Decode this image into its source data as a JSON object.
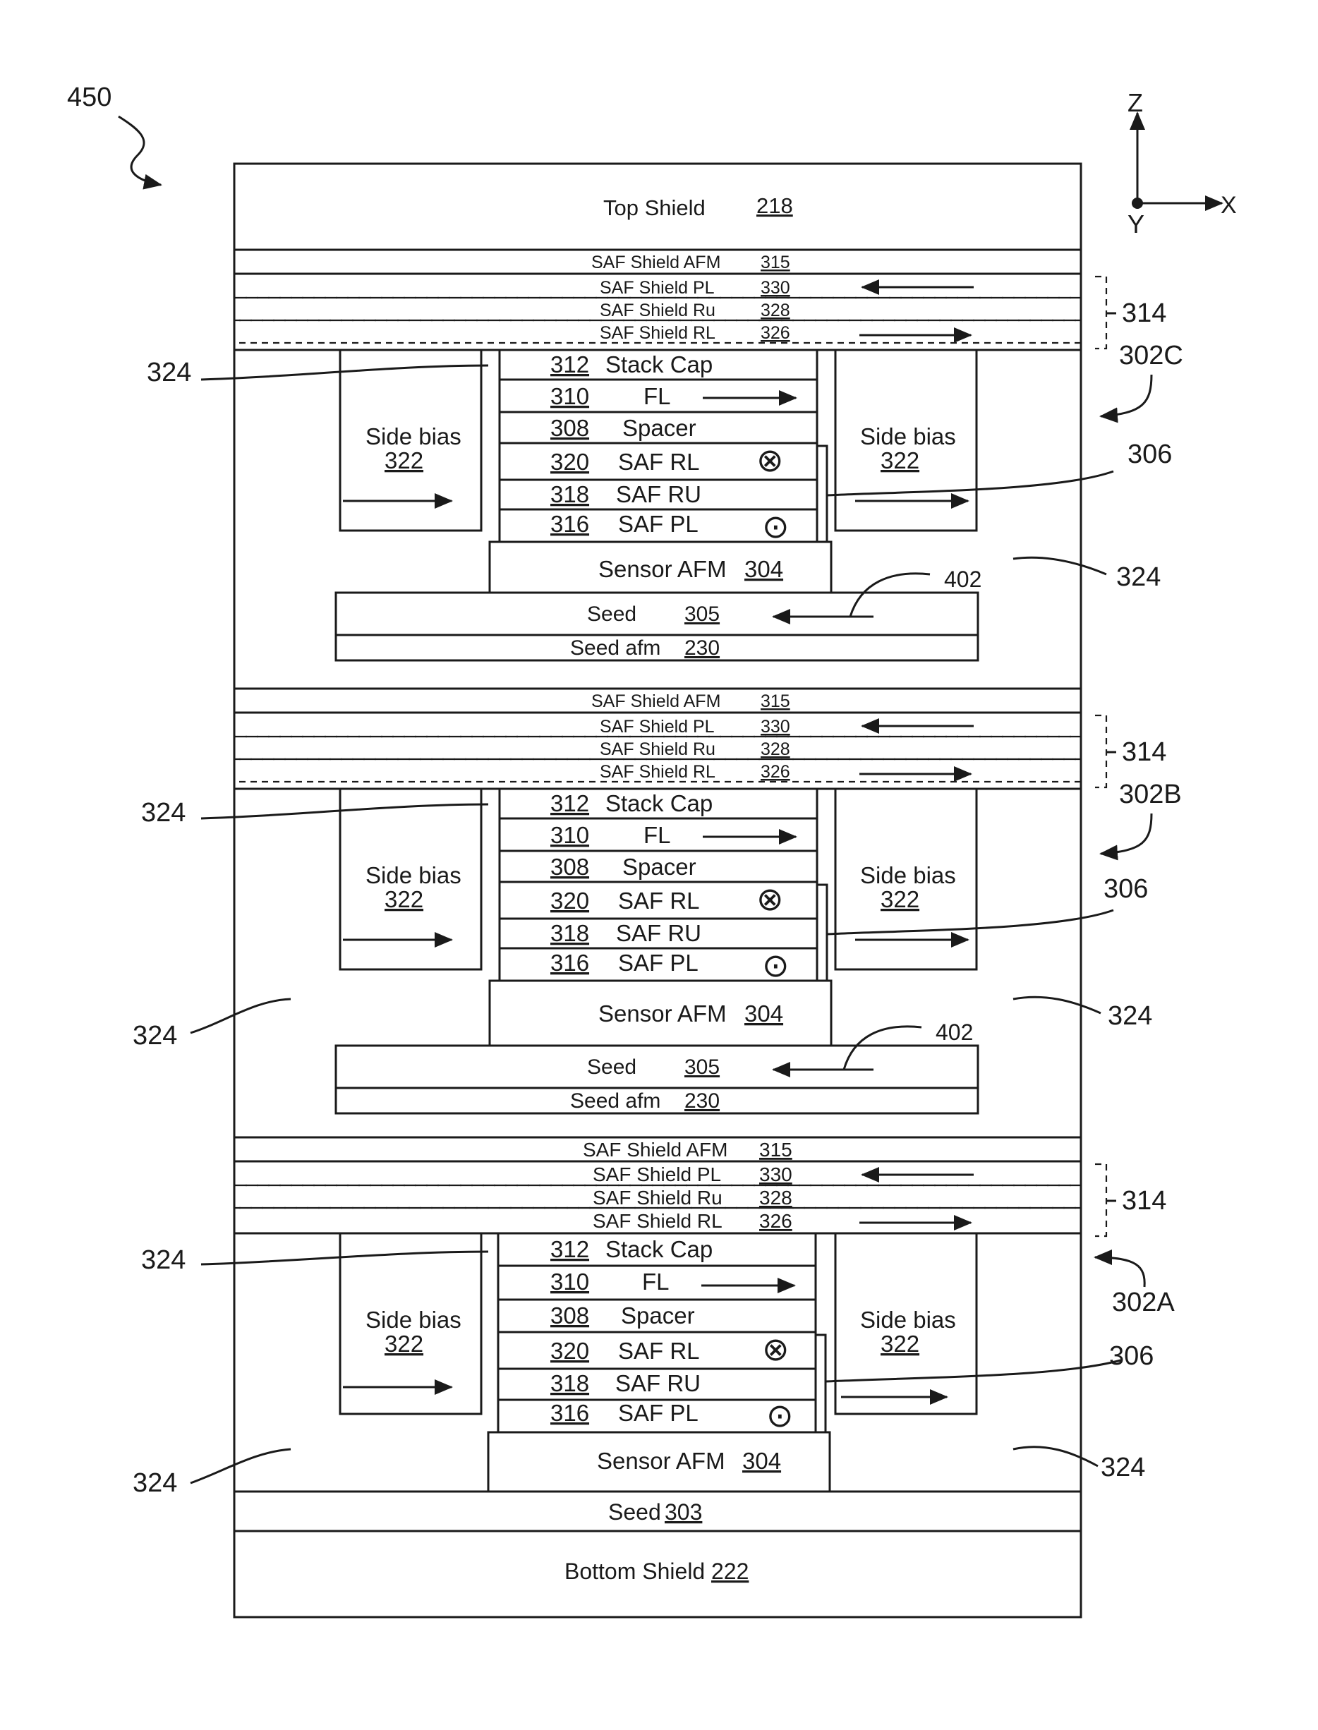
{
  "figure_label": "450",
  "axes": {
    "z": "Z",
    "y": "Y",
    "x": "X"
  },
  "top_shield": {
    "name": "Top Shield",
    "ref": "218"
  },
  "bottom_shield": {
    "name": "Bottom Shield",
    "ref": "222"
  },
  "bottom_seed": {
    "name": "Seed",
    "ref": "303"
  },
  "shield_layers": {
    "afm": {
      "name": "SAF Shield AFM",
      "ref": "315"
    },
    "pl": {
      "name": "SAF Shield PL",
      "ref": "330"
    },
    "ru": {
      "name": "SAF Shield Ru",
      "ref": "328"
    },
    "rl": {
      "name": "SAF Shield RL",
      "ref": "326"
    },
    "group_ref": "314"
  },
  "stack": {
    "cap": {
      "ref": "312",
      "name": "Stack Cap"
    },
    "fl": {
      "ref": "310",
      "name": "FL"
    },
    "spacer": {
      "ref": "308",
      "name": "Spacer"
    },
    "saf_rl": {
      "ref": "320",
      "name": "SAF RL"
    },
    "saf_ru": {
      "ref": "318",
      "name": "SAF RU"
    },
    "saf_pl": {
      "ref": "316",
      "name": "SAF PL"
    },
    "saf_ref": "306"
  },
  "side_bias": {
    "name": "Side bias",
    "ref": "322"
  },
  "sensor_afm": {
    "name": "Sensor AFM",
    "ref": "304"
  },
  "seed": {
    "name": "Seed",
    "ref": "305"
  },
  "seed_afm": {
    "name": "Seed afm",
    "ref": "230"
  },
  "insulator_ref": "324",
  "seed_arrow_ref": "402",
  "readers": {
    "c": "302C",
    "b": "302B",
    "a": "302A"
  },
  "symbols": {
    "into_page": "⊗",
    "out_of_page": "⊙"
  }
}
